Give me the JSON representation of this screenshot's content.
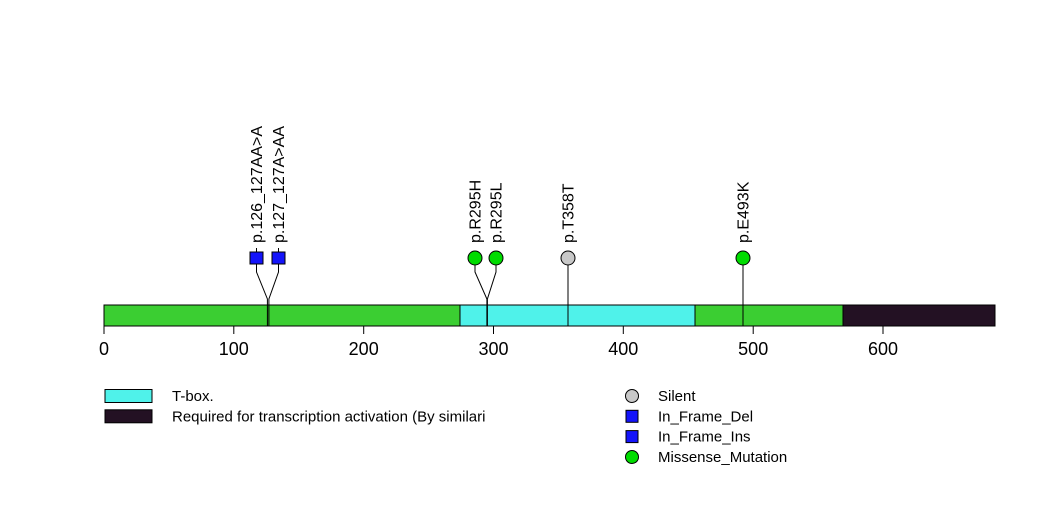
{
  "chart_data": {
    "type": "scatter",
    "subtype": "protein-lollipop-mutation-plot",
    "title": "",
    "xlabel": "",
    "ylabel": "",
    "xlim": [
      0,
      686
    ],
    "xticks": [
      0,
      100,
      200,
      300,
      400,
      500,
      600
    ],
    "protein_length": 686,
    "backbone_color": "#3BCE32",
    "domains": [
      {
        "name": "T-box.",
        "start": 274,
        "end": 455,
        "color": "#4FF2EA"
      },
      {
        "name": "Required for transcription activation (By similari",
        "start": 569,
        "end": 686,
        "color": "#231123"
      }
    ],
    "mutations": [
      {
        "label": "p.126_127AA>A",
        "position": 126,
        "type": "In_Frame_Del",
        "marker": "square",
        "color": "#1414FA"
      },
      {
        "label": "p.127_127A>AA",
        "position": 127,
        "type": "In_Frame_Ins",
        "marker": "square",
        "color": "#1414FA"
      },
      {
        "label": "p.R295H",
        "position": 295,
        "type": "Missense_Mutation",
        "marker": "circle",
        "color": "#00DC00"
      },
      {
        "label": "p.R295L",
        "position": 295,
        "type": "Missense_Mutation",
        "marker": "circle",
        "color": "#00DC00"
      },
      {
        "label": "p.T358T",
        "position": 358,
        "type": "Silent",
        "marker": "circle",
        "color": "#C8C8C8"
      },
      {
        "label": "p.E493K",
        "position": 493,
        "type": "Missense_Mutation",
        "marker": "circle",
        "color": "#00DC00"
      }
    ],
    "legend_position": "bottom",
    "grid": false
  },
  "axis": {
    "tick_labels": [
      "0",
      "100",
      "200",
      "300",
      "400",
      "500",
      "600"
    ]
  },
  "legend": {
    "domains": [
      {
        "label": "T-box.",
        "color": "#4FF2EA"
      },
      {
        "label": "Required for transcription activation (By similari",
        "color": "#231123"
      }
    ],
    "mutation_types": [
      {
        "label": "Silent",
        "marker": "circle",
        "color": "#C8C8C8"
      },
      {
        "label": "In_Frame_Del",
        "marker": "square",
        "color": "#1414FA"
      },
      {
        "label": "In_Frame_Ins",
        "marker": "square",
        "color": "#1414FA"
      },
      {
        "label": "Missense_Mutation",
        "marker": "circle",
        "color": "#00DC00"
      }
    ]
  }
}
